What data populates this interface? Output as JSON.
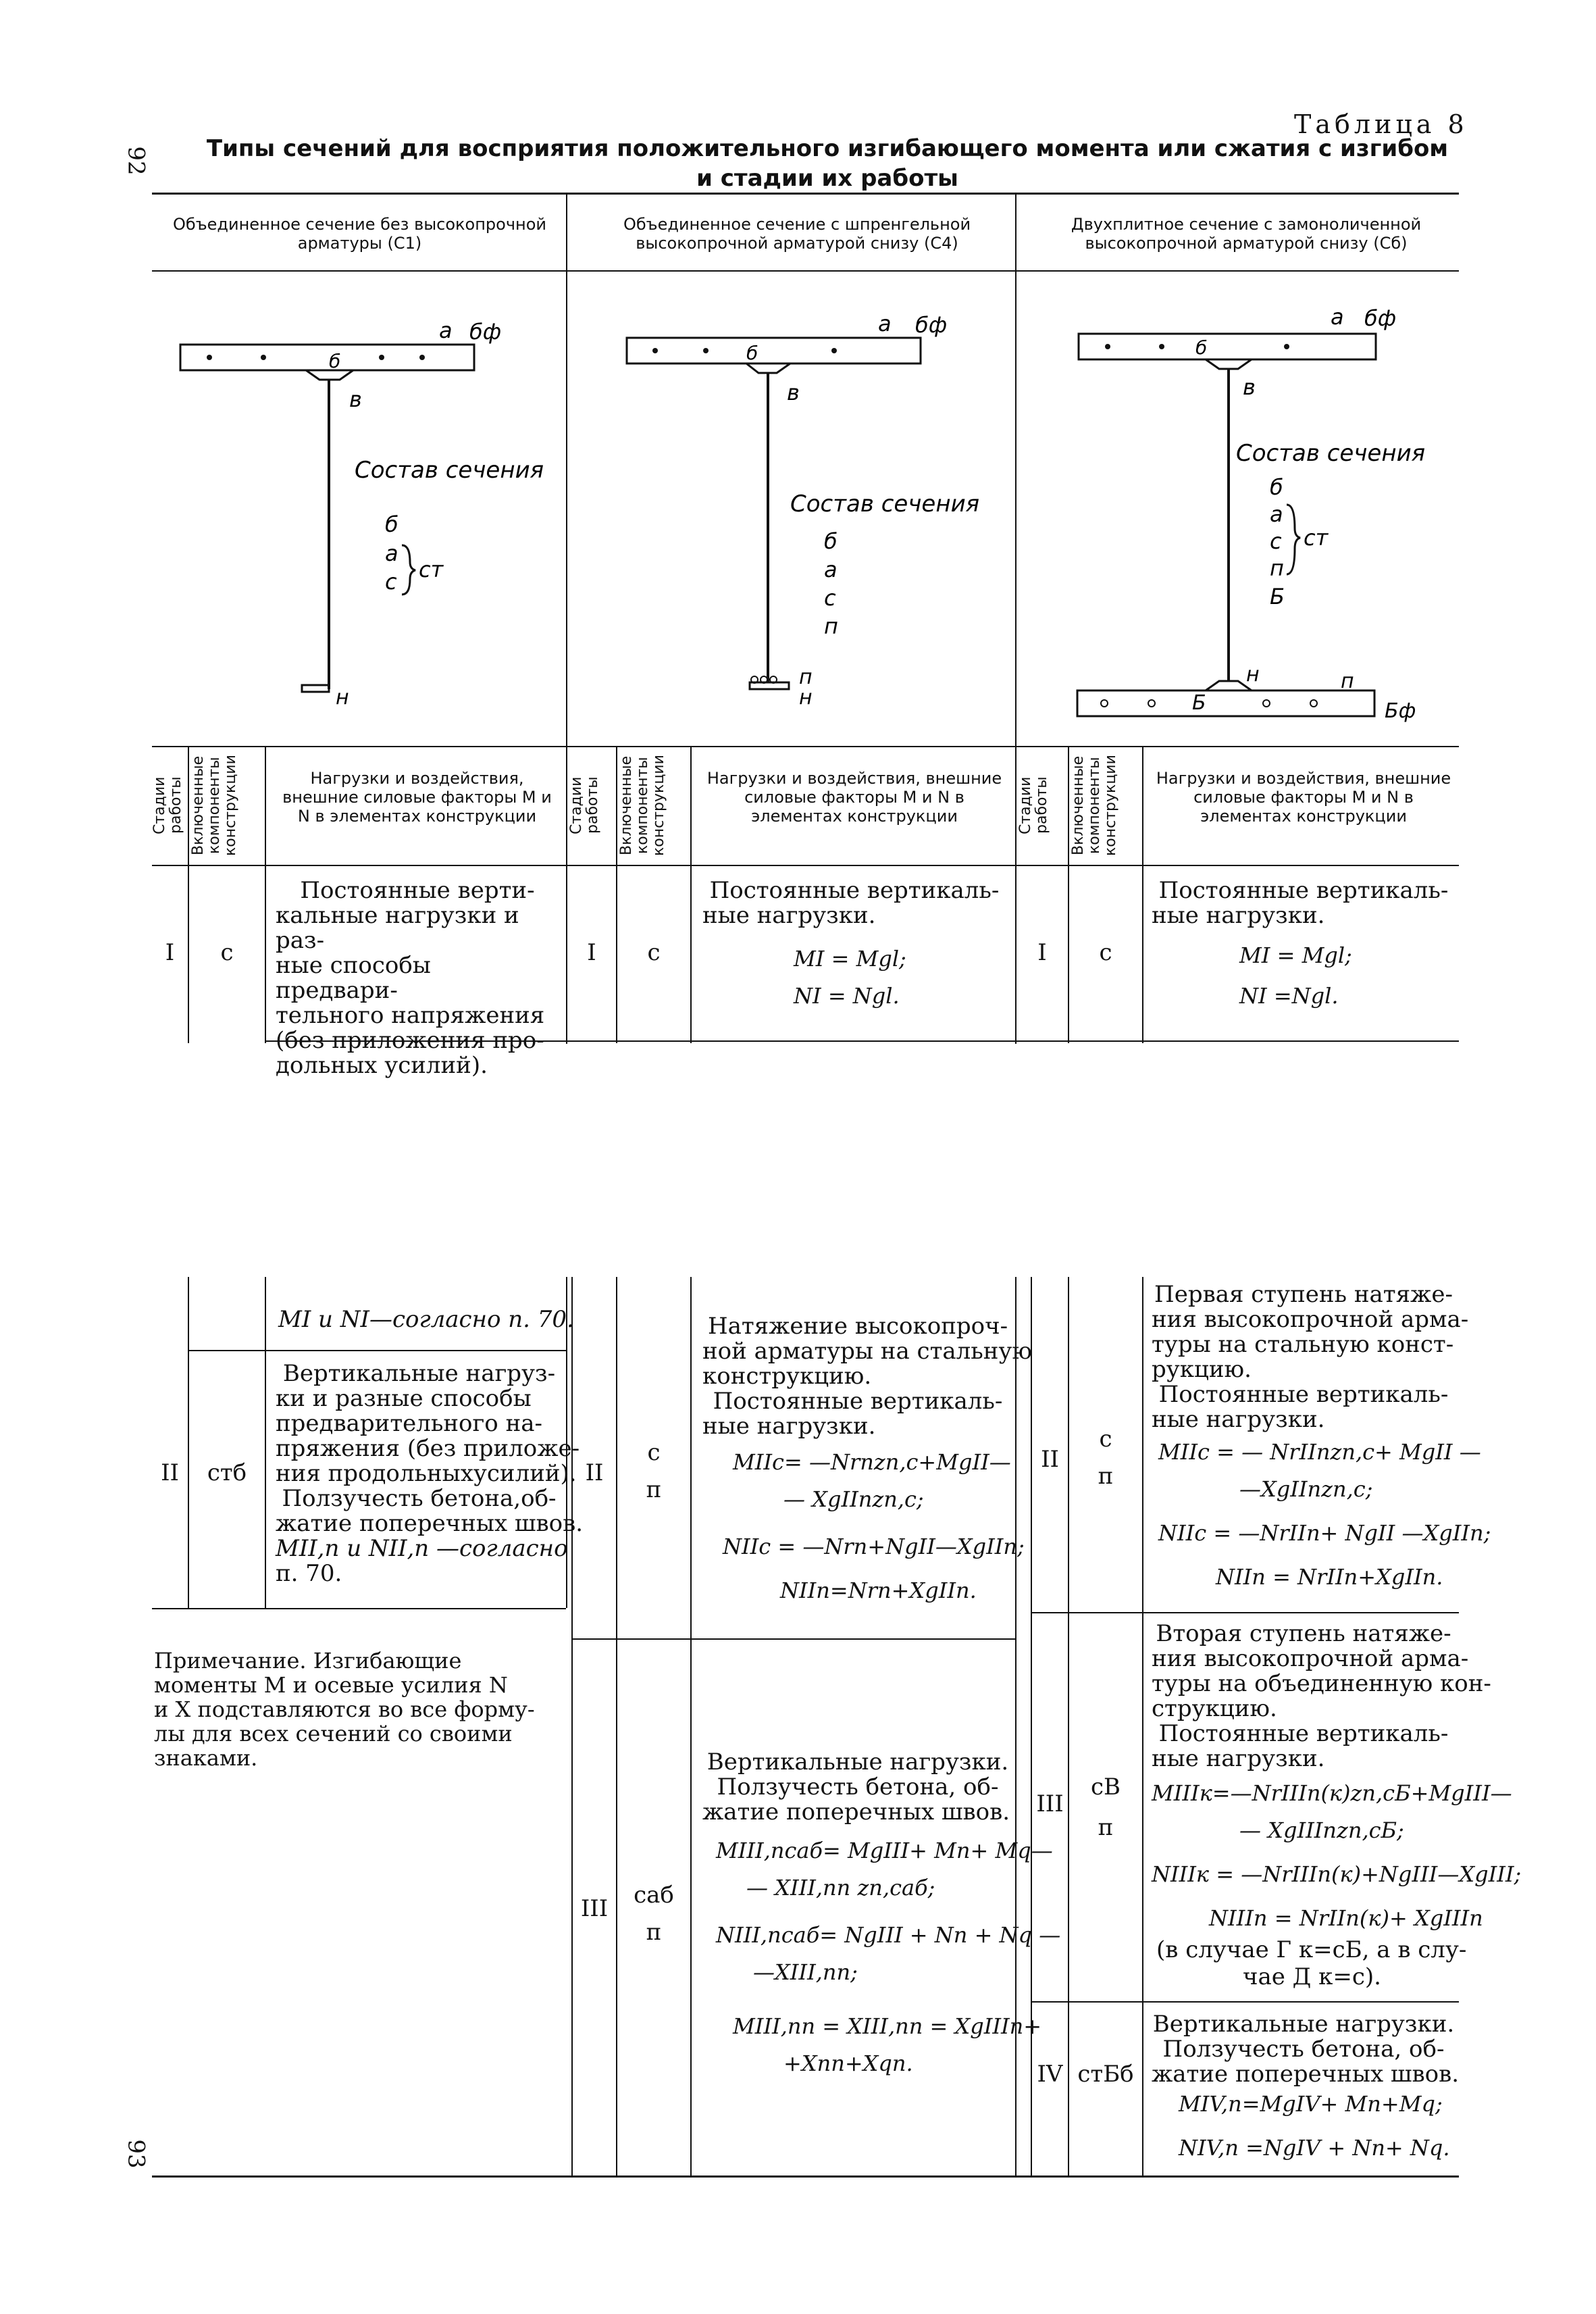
{
  "page_numbers": {
    "top": "92",
    "bottom": "93"
  },
  "table_caption": "Таблица 8",
  "title_line1": "Типы сечений для восприятия положительного изгибающего момента или сжатия с изгибом",
  "title_line2": "и стадии их работы",
  "section_headers": [
    "Объединенное сечение без высокопрочной арматуры (С1)",
    "Объединенное сечение с шпренгельной высокопрочной арматурой снизу (С4)",
    "Двухплитное сечение с замоноличенной высокопрочной арматурой снизу (Сб)"
  ],
  "sketches": {
    "c1": {
      "a": "а",
      "bf": "бф",
      "b": "б",
      "v": "в",
      "composition": "Состав сечения",
      "list": [
        "б",
        "а",
        "с"
      ],
      "group": "ст",
      "n": "н"
    },
    "c4": {
      "a": "а",
      "bf": "бф",
      "b": "б",
      "v": "в",
      "composition": "Состав сечения",
      "list": [
        "б",
        "а",
        "с",
        "п"
      ],
      "p": "п",
      "n": "н"
    },
    "c6": {
      "a": "а",
      "bf": "бф",
      "b": "б",
      "v": "в",
      "composition": "Состав сечения",
      "list": [
        "б",
        "а",
        "с",
        "п",
        "Б"
      ],
      "group": "ст",
      "n": "н",
      "p": "п",
      "B": "Б",
      "Bf": "Бф"
    }
  },
  "col_headers": {
    "stage": "Стадии работы",
    "included": "Включенные компоненты конструкции",
    "loads": "Нагрузки и воздействия, внешние силовые факторы M и N в элементах конструкции"
  },
  "c1": {
    "stage1": "I",
    "comp1": "с",
    "text1": [
      "Постоянные верти-",
      "кальные нагрузки и раз-",
      "ные способы предвари-",
      "тельного напряжения",
      "(без приложения про-",
      "дольных усилий)."
    ],
    "mn_ref": "MI и NI—согласно п. 70.",
    "stage2": "II",
    "comp2": "стб",
    "text2": [
      "Вертикальные нагруз-",
      "ки и разные способы",
      "предварительного на-",
      "пряжения (без приложе-",
      "ния продольныхусилий).",
      "Ползучесть бетона,об-",
      "жатие поперечных швов."
    ],
    "ref2": "MII,п и NII,п —согласно",
    "ref2b": "п. 70."
  },
  "note": [
    "Примечание. Изгибающие",
    "моменты M и осевые усилия N",
    "и X подставляются во все форму-",
    "лы для всех сечений со своими",
    "знаками."
  ],
  "c4": {
    "stage1": "I",
    "comp1": "с",
    "text1": [
      "Постоянные вертикаль-",
      "ные нагрузки."
    ],
    "f1": "MI = Mgl;",
    "f2": "NI = Ngl.",
    "stage2": "II",
    "comp2a": "с",
    "comp2b": "п",
    "text2": [
      "Натяжение высокопроч-",
      "ной арматуры на стальную",
      "конструкцию.",
      "Постоянные вертикаль-",
      "ные нагрузки."
    ],
    "f3": "MIIс= —Nrпzп,с+MgII—",
    "f4": "— XgIIпzп,с;",
    "f5": "NIIс = —Nrп+NgII—XgIIп;",
    "f6": "NIIп=Nrп+XgIIп.",
    "stage3": "III",
    "comp3a": "саб",
    "comp3b": "п",
    "text3": [
      "Вертикальные нагрузки.",
      "Ползучесть бетона, об-",
      "жатие поперечных швов."
    ],
    "f7": "MIII,псаб= MgIII+ Mп+ Mq—",
    "f8": "— XIII,пп zп,саб;",
    "f9": "NIII,псаб= NgIII + Nп + Nq —",
    "f10": "—XIII,пп;",
    "f11": "MIII,пп = XIII,пп = XgIIIп+",
    "f12": "+Xпп+Xqп."
  },
  "c6": {
    "stage1": "I",
    "comp1": "с",
    "text1": [
      "Постоянные вертикаль-",
      "ные нагрузки."
    ],
    "f1": "MI = Mgl;",
    "f2": "NI =Ngl.",
    "stage2": "II",
    "comp2a": "с",
    "comp2b": "п",
    "text2": [
      "Первая ступень натяже-",
      "ния высокопрочной арма-",
      "туры на стальную конст-",
      "рукцию.",
      "Постоянные вертикаль-",
      "ные нагрузки."
    ],
    "f3": "MIIс = — NrIIпzп,с+ MgII —",
    "f4": "—XgIIпzп,с;",
    "f5": "NIIс = —NrIIп+ NgII —XgIIп;",
    "f6": "NIIп = NrIIп+XgIIп.",
    "stage3": "III",
    "comp3a": "сВ",
    "comp3b": "п",
    "text3": [
      "Вторая ступень натяже-",
      "ния высокопрочной арма-",
      "туры на объединенную кон-",
      "струкцию.",
      "Постоянные вертикаль-",
      "ные нагрузки."
    ],
    "f7": "MIIIк=—NrIIIп(к)zп,сБ+MgIII—",
    "f8": "— XgIIIпzп,сБ;",
    "f9": "NIIIк = —NrIIIп(к)+NgIII—XgIII;",
    "f10": "NIIIп = NrIIп(к)+ XgIIIп",
    "f11": "(в случае Г к=сБ, а в слу-",
    "f12": "чае Д к=с).",
    "stage4": "IV",
    "comp4": "стБб",
    "text4": [
      "Вертикальные нагрузки.",
      "Ползучесть бетона, об-",
      "жатие поперечных швов."
    ],
    "f13": "MIV,п=MgIV+ Mп+Mq;",
    "f14": "NIV,п =NgIV + Nп+ Nq."
  }
}
